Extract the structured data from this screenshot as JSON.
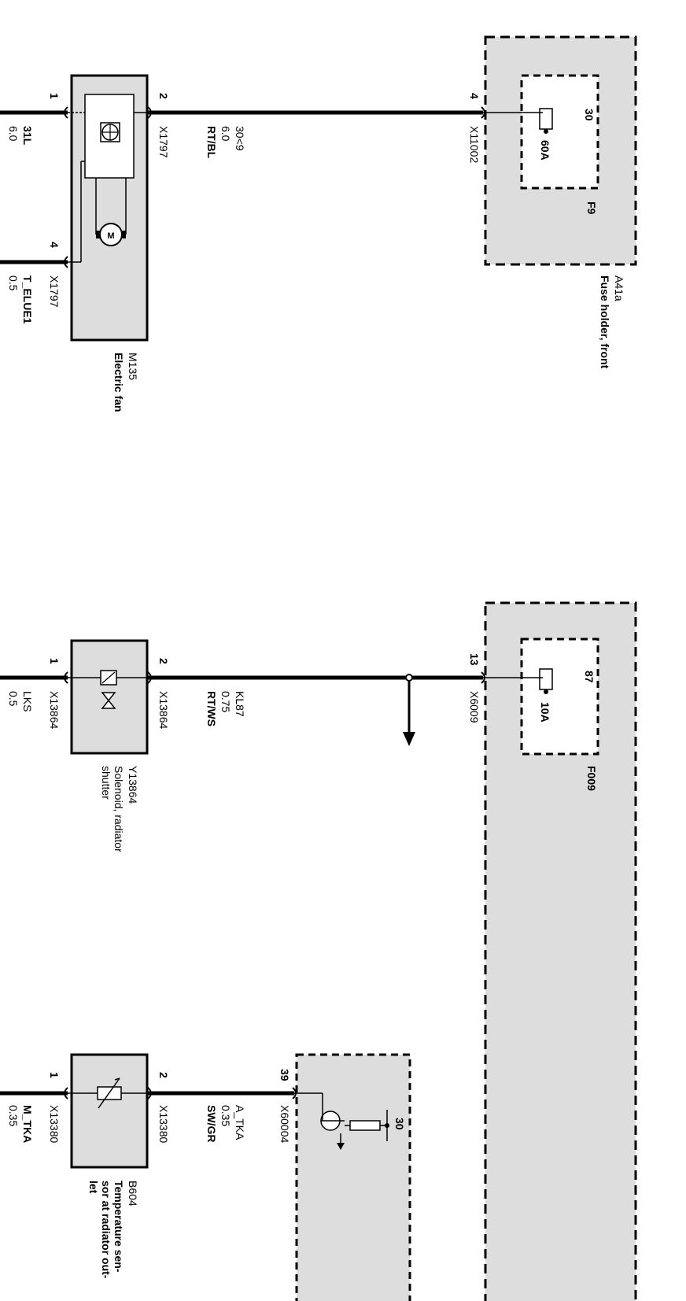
{
  "fuse_holder": {
    "id": "A41a",
    "name": "Fuse holder, front",
    "fuse_f9": {
      "id": "F9",
      "terminal": "30",
      "rating": "60A"
    },
    "fuse_f009": {
      "id": "F009",
      "terminal": "87",
      "rating": "10A"
    },
    "pin_f9": "4",
    "connector_f9": "X11002",
    "pin_f009": "13",
    "connector_f009": "X6009"
  },
  "electric_fan": {
    "id": "M135",
    "name": "Electric fan",
    "pin1": "1",
    "pin2": "2",
    "pin4": "4",
    "connector_top": "X1797",
    "connector_bottom": "X1797",
    "wire_in": {
      "signal": "30<9",
      "size": "6.0",
      "color": "RT/BL"
    },
    "wire_ground": {
      "signal": "31L",
      "size": "6.0"
    },
    "wire_ctrl": {
      "signal": "T_ELUE1",
      "size": "0.5"
    }
  },
  "solenoid": {
    "id": "Y13864",
    "name_line1": "Solenoid, radiator",
    "name_line2": "shutter",
    "pin1": "1",
    "pin2": "2",
    "connector_top": "X13864",
    "connector_bottom": "X13864",
    "wire_in": {
      "signal": "KL87",
      "size": "0.75",
      "color": "RT/WS"
    },
    "wire_out": {
      "signal": "LKS",
      "size": "0.5"
    }
  },
  "temp_sensor": {
    "id": "B604",
    "name_line1": "Temperature sen-",
    "name_line2": "sor at radiator out-",
    "name_line3": "let",
    "pin1": "1",
    "pin2": "2",
    "connector_top": "X13380",
    "connector_bottom": "X13380",
    "wire_in": {
      "signal": "A_TKA",
      "size": "0.35",
      "color": "SW/GR"
    },
    "wire_out": {
      "signal": "M_TKA",
      "size": "0.35"
    },
    "ecu_pin": "39",
    "ecu_connector": "X60004",
    "ecu_terminal": "30"
  }
}
